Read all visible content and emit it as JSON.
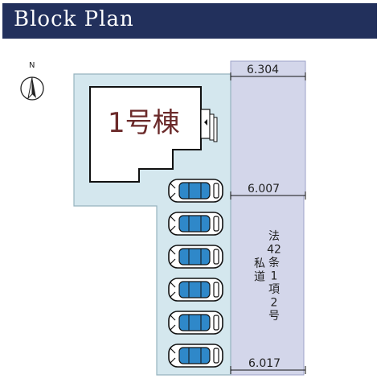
{
  "header": {
    "title": "Block Plan"
  },
  "compass": {
    "label": "N"
  },
  "building": {
    "label": "1号棟"
  },
  "road": {
    "label_line1": "法42条1項2号",
    "label_line2": "私道",
    "widths": [
      "6.304",
      "6.007",
      "6.017"
    ]
  },
  "parking": {
    "car_count": 6
  },
  "colors": {
    "header": "#22305c",
    "lot": "#d4e7ee",
    "road": "#d3d6ea",
    "car": "#2f88c9",
    "building_text": "#6b2a2a"
  }
}
